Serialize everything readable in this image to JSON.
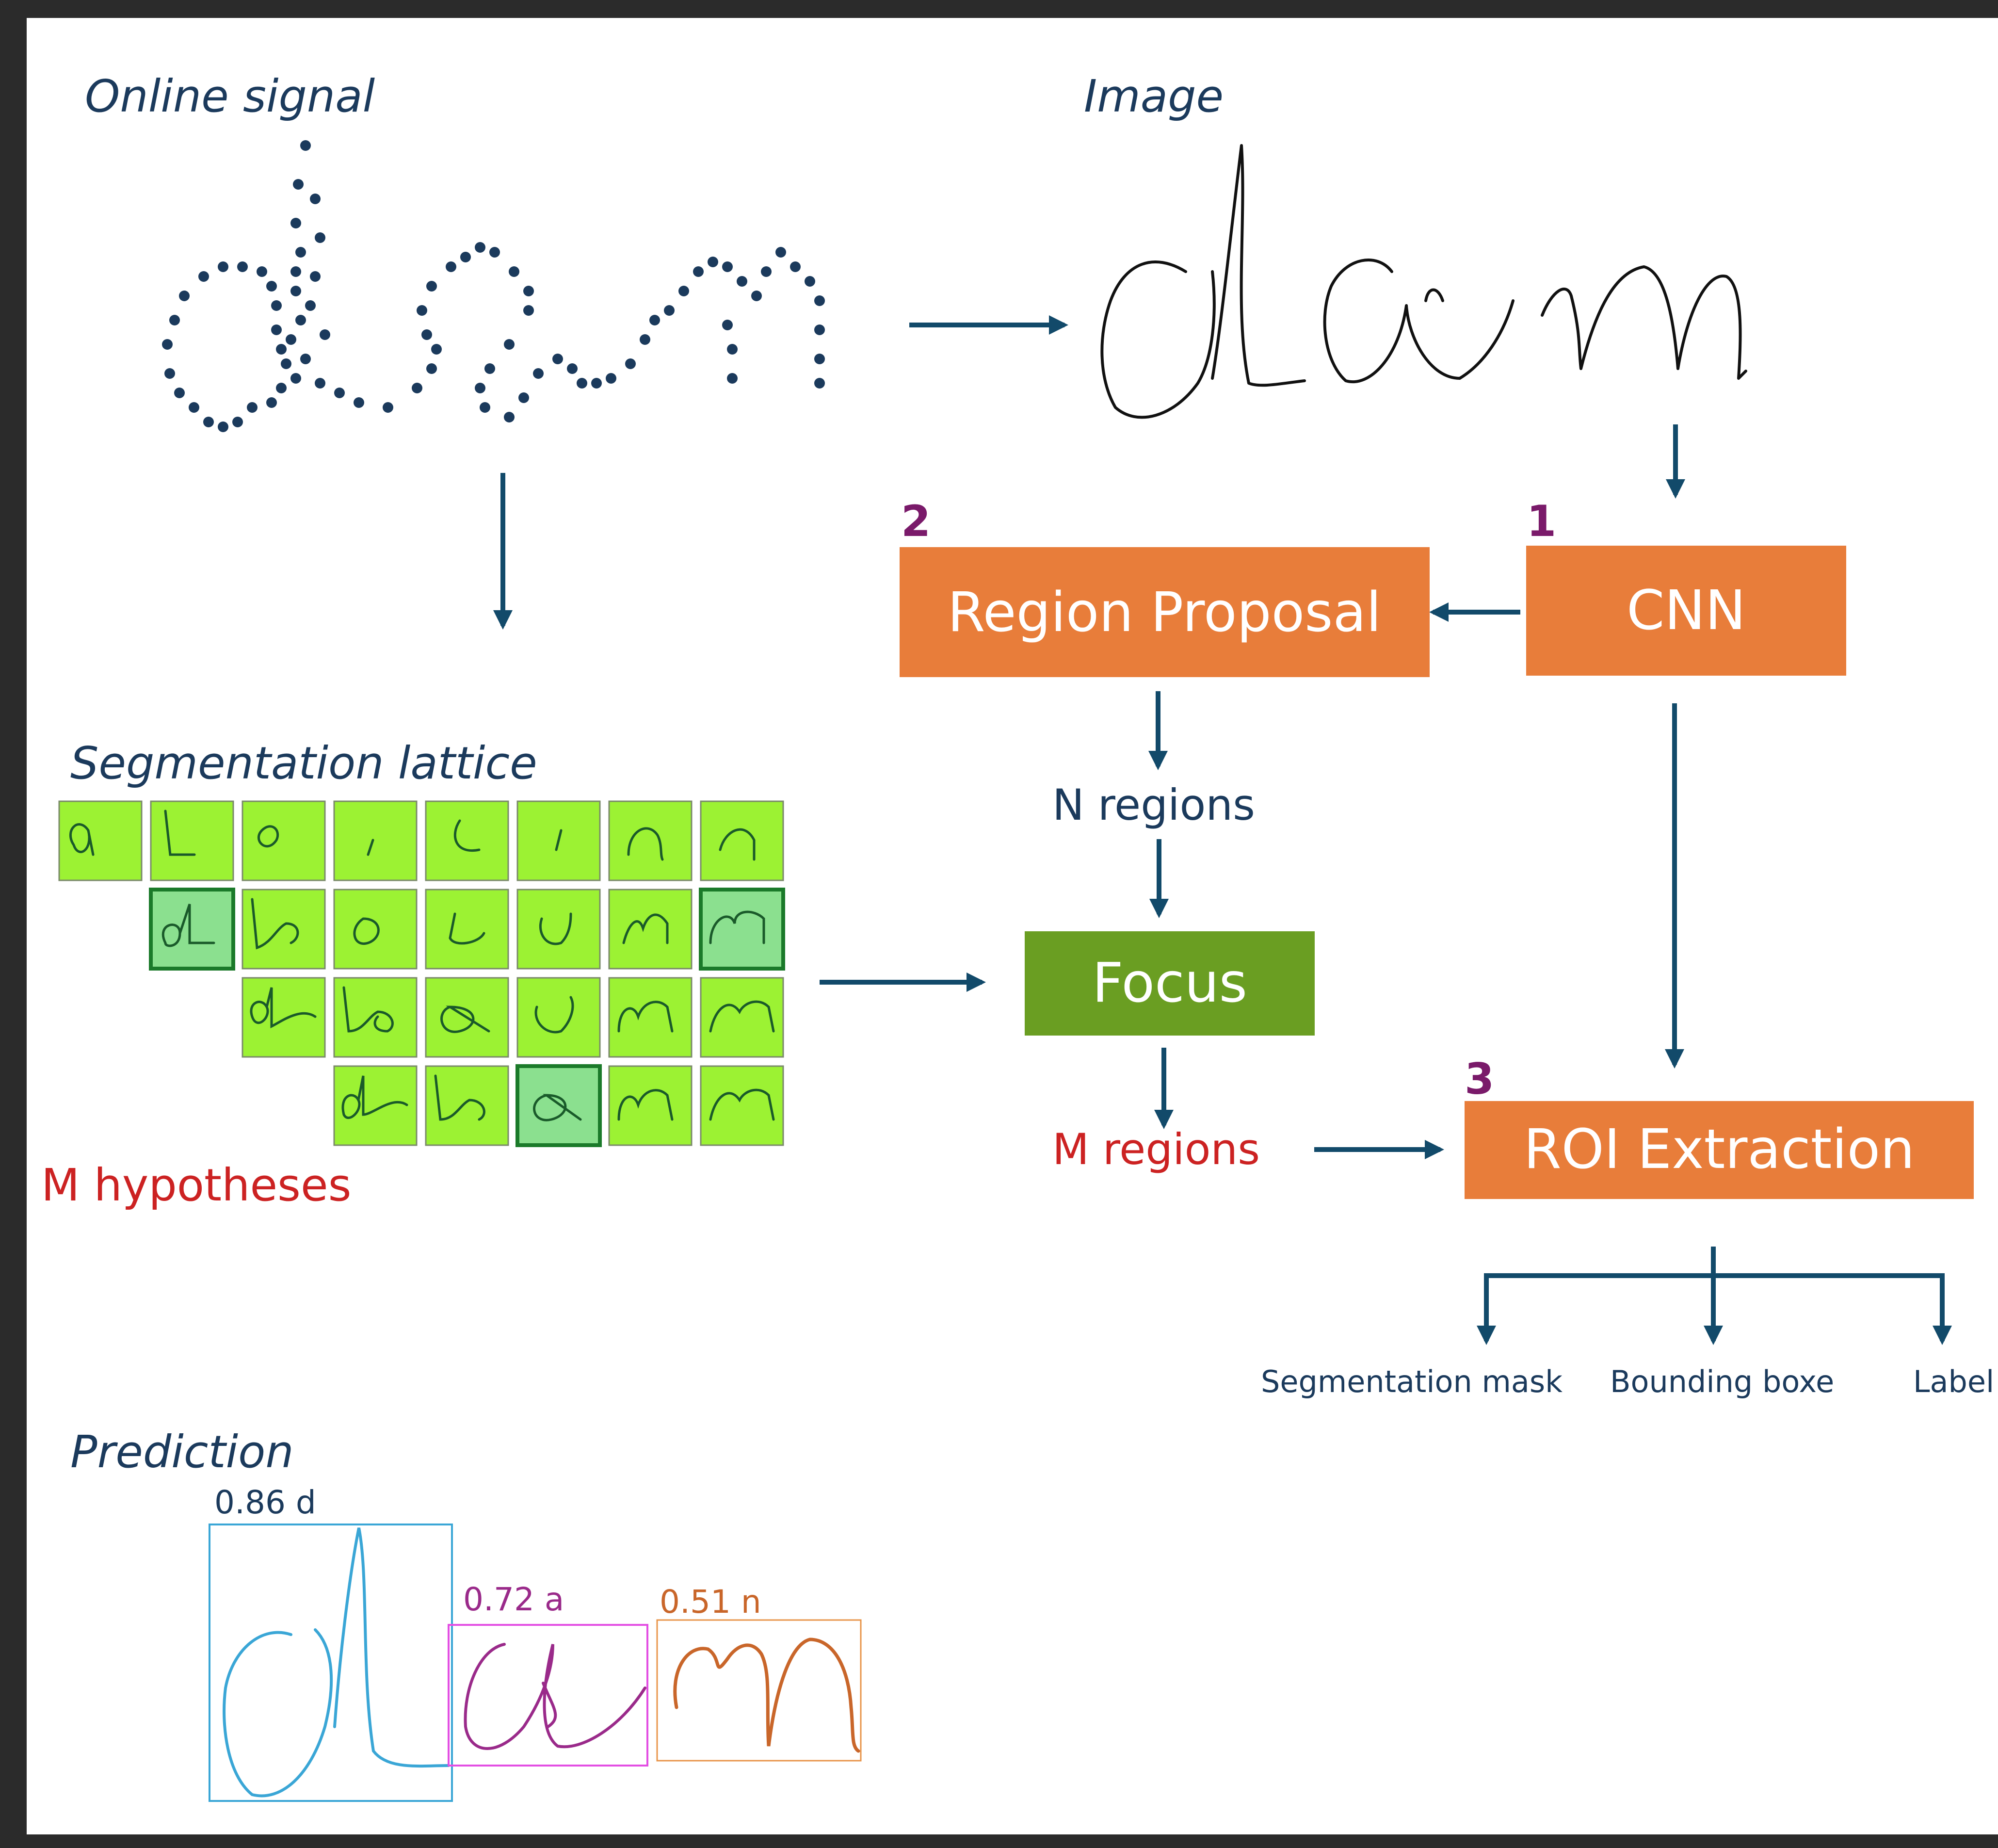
{
  "labels": {
    "online_signal": "Online signal",
    "image": "Image",
    "segmentation_lattice": "Segmentation lattice",
    "m_hypotheses": "M hypotheses",
    "prediction": "Prediction",
    "n_regions": "N regions",
    "m_regions": "M regions"
  },
  "boxes": {
    "region_proposal": {
      "label": "Region Proposal",
      "step": "2"
    },
    "cnn": {
      "label": "CNN",
      "step": "1"
    },
    "focus": {
      "label": "Focus"
    },
    "roi_extraction": {
      "label": "ROI Extraction",
      "step": "3"
    }
  },
  "outputs": [
    "Segmentation mask",
    "Bounding boxe",
    "Label"
  ],
  "predictions": [
    {
      "score_label": "0.86 d",
      "color": "#3aa6d6"
    },
    {
      "score_label": "0.72 a",
      "color": "#c23ec2"
    },
    {
      "score_label": "0.51 n",
      "color": "#e8944a"
    }
  ],
  "colors": {
    "arrow": "#124a6a",
    "box_orange": "#e87d3a",
    "box_green": "#6a9e22",
    "cell_fill": "#9cf233",
    "cell_selected": "#8be08f",
    "text_navy": "#1b3a5c",
    "text_red": "#cc2222",
    "step_number": "#7a1a6a"
  }
}
